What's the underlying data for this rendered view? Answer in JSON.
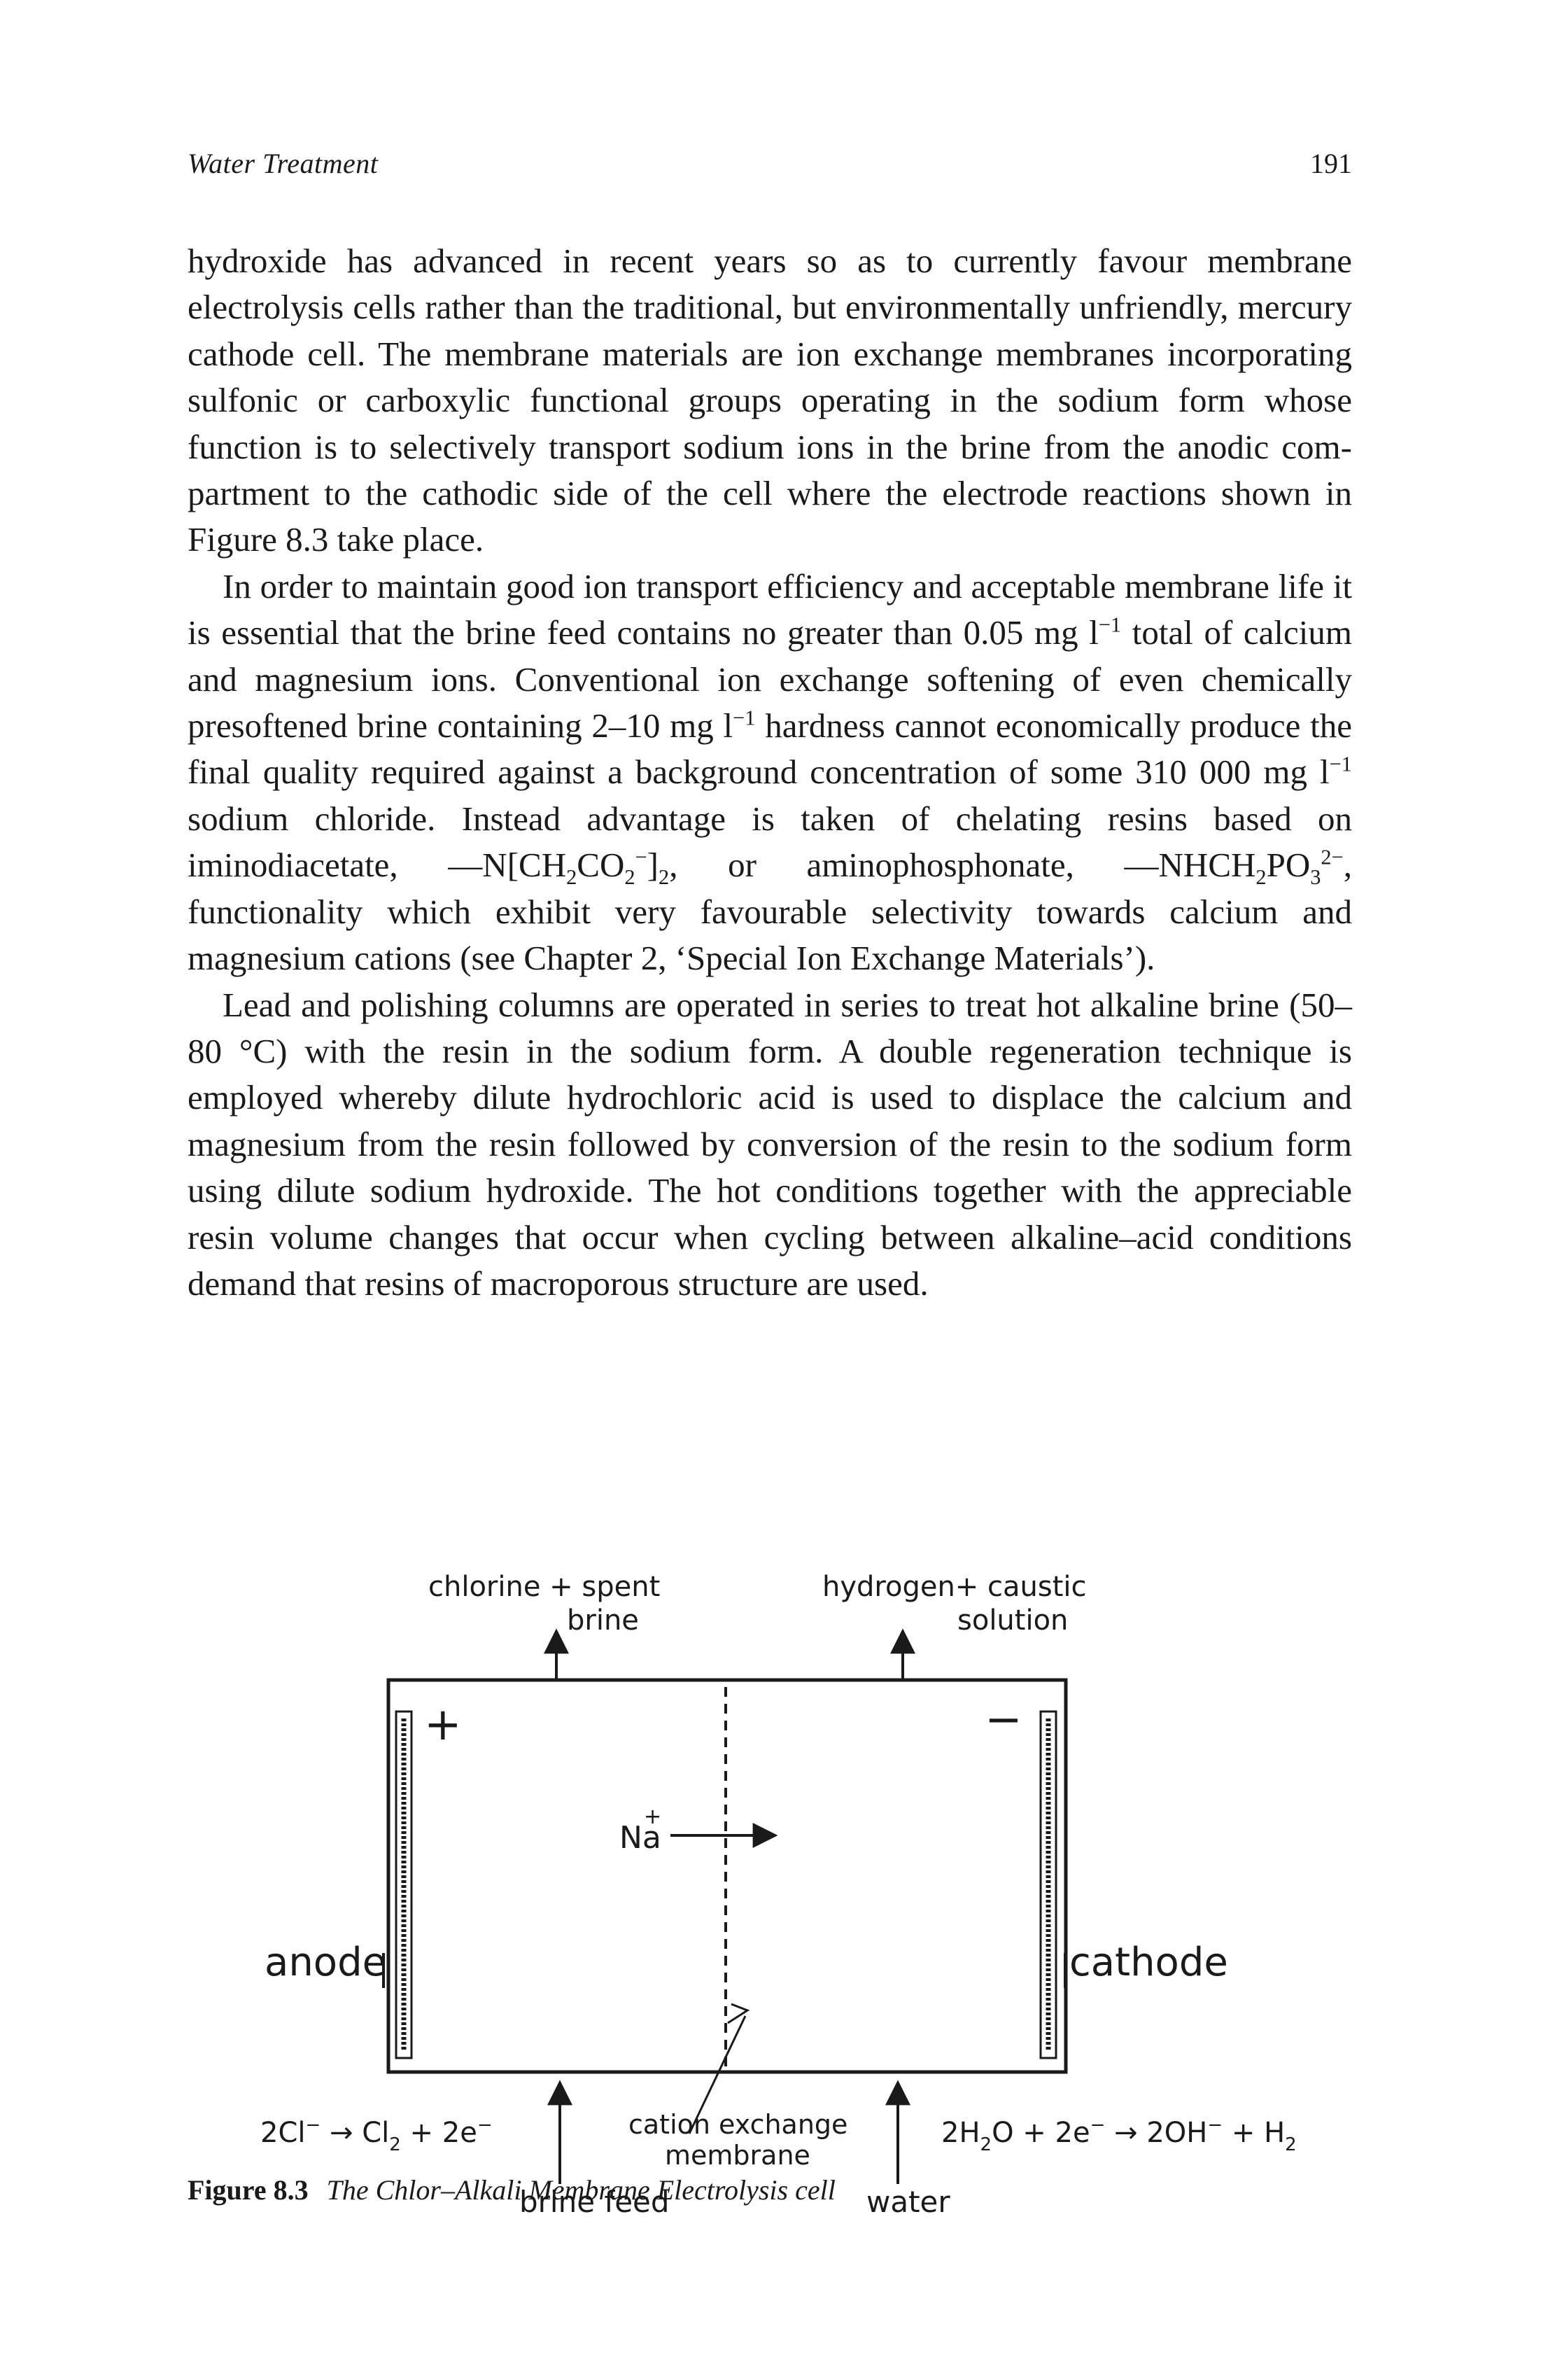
{
  "header": {
    "running_head": "Water Treatment",
    "page_number": "191"
  },
  "body": {
    "p1": "hydroxide has advanced in recent years so as to currently favour membrane electrolysis cells rather than the traditional, but environ­mentally unfriendly, mercury cathode cell. The membrane materials are ion exchange membranes incorporating sulfonic or carboxylic functional groups operating in the sodium form whose function is to selectively transport sodium ions in the brine from the anodic com­partment to the cathodic side of the cell where the electrode reactions shown in Figure 8.3 take place.",
    "p2": {
      "t1": "In order to maintain good ion transport efficiency and acceptable membrane life it is essential that the brine feed contains no greater than 0.05 mg l",
      "t2": " total of calcium and magnesium ions. Conventional ion exchange softening of even chemically presoftened brine contain­ing 2–10 mg l",
      "t3": " hardness cannot economically produce the final quality required against a background concentration of some 310 000 mg l",
      "t4": " sodium chloride. Instead advantage is taken of chelat­ing resins based on iminodiacetate, —N[CH",
      "t5": "CO",
      "t6": "]",
      "t7": ", or aminophos­phonate, —NHCH",
      "t8": "PO",
      "t9": ", functionality which exhibit very favour­able selectivity towards calcium and magnesium cations (see Chapter 2, ‘Special Ion Exchange Materials’).",
      "sup_inv": "−1",
      "sub_2": "2",
      "sub_3": "3",
      "sup_minus": "−",
      "sup_2minus": "2−"
    },
    "p3": "Lead and polishing columns are operated in series to treat hot alkaline brine (50–80 °C) with the resin in the sodium form. A double regeneration technique is employed whereby dilute hydrochloric acid is used to displace the calcium and magnesium from the resin followed by conversion of the resin to the sodium form using dilute sodium hydroxide. The hot conditions together with the appreciable resin volume changes that occur when cycling between alkaline–acid conditions demand that resins of macroporous structure are used."
  },
  "figure": {
    "outlet_left_1": "chlorine + spent",
    "outlet_left_2": "brine",
    "outlet_right_1": "hydrogen+ caustic",
    "outlet_right_2": "solution",
    "anode_sign": "+",
    "cathode_sign": "−",
    "ion": "Na",
    "ion_charge": "+",
    "anode_label": "anode",
    "cathode_label": "cathode",
    "anode_reaction_a": "2Cl",
    "anode_reaction_b": "Cl",
    "anode_reaction_c": " + 2e",
    "cathode_reaction_a": "2H",
    "cathode_reaction_b": "O + 2e",
    "cathode_reaction_c": "2OH",
    "cathode_reaction_d": " + H",
    "sub_2": "2",
    "minus": "−",
    "membrane_label_1": "cation exchange",
    "membrane_label_2": "membrane",
    "inlet_left": "brine feed",
    "inlet_right": "water"
  },
  "caption": {
    "label": "Figure 8.3",
    "title": "The Chlor–Alkali Membrane Electrolysis cell"
  }
}
